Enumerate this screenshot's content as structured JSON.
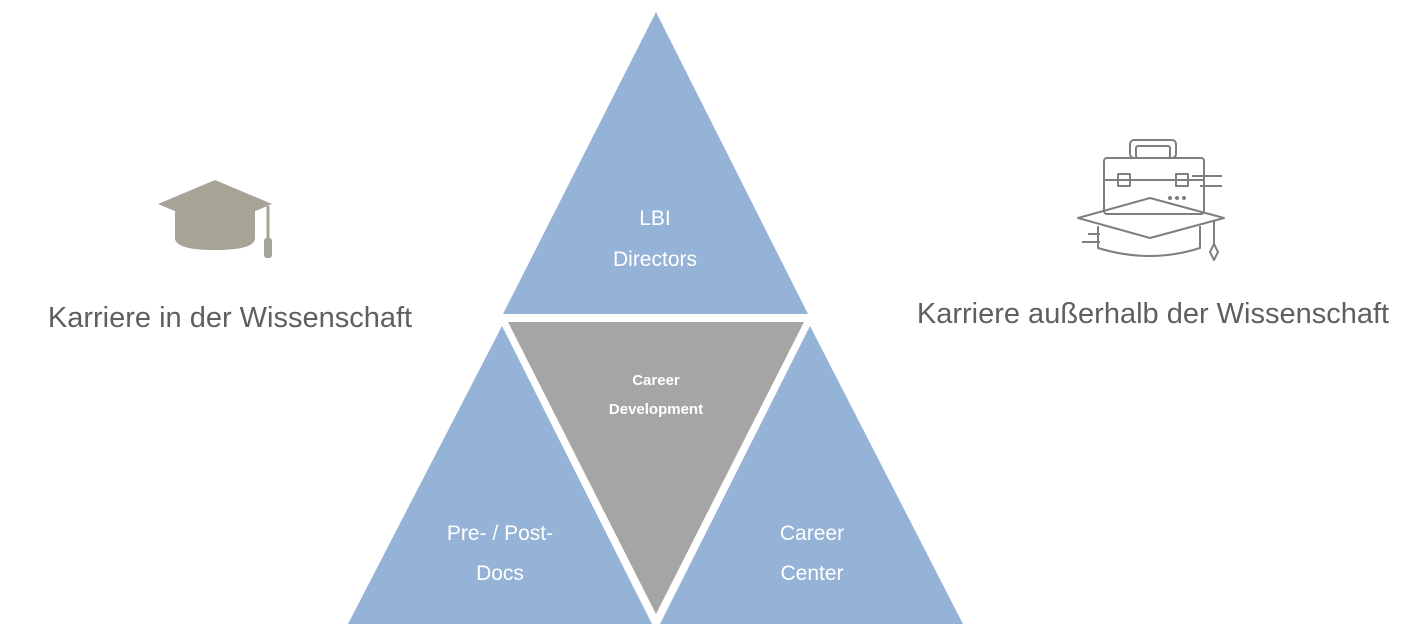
{
  "colors": {
    "triangle_blue": "#95b3d7",
    "center_gray": "#a5a5a5",
    "text_gray": "#5f5f5f",
    "icon_cap": "#a6a497",
    "icon_briefcase": "#7f7f7f"
  },
  "icons": {
    "left": "graduation-cap-icon",
    "right": "briefcase-graduation-cap-icon"
  },
  "labels": {
    "left": "Karriere in der Wissenschaft",
    "right": "Karriere außerhalb der Wissenschaft"
  },
  "pyramid": {
    "top": {
      "line1": "LBI",
      "line2": "Directors"
    },
    "center": {
      "line1": "Career",
      "line2": "Development"
    },
    "bottom_left": {
      "line1": "Pre- / Post-",
      "line2": "Docs"
    },
    "bottom_right": {
      "line1": "Career",
      "line2": "Center"
    }
  }
}
